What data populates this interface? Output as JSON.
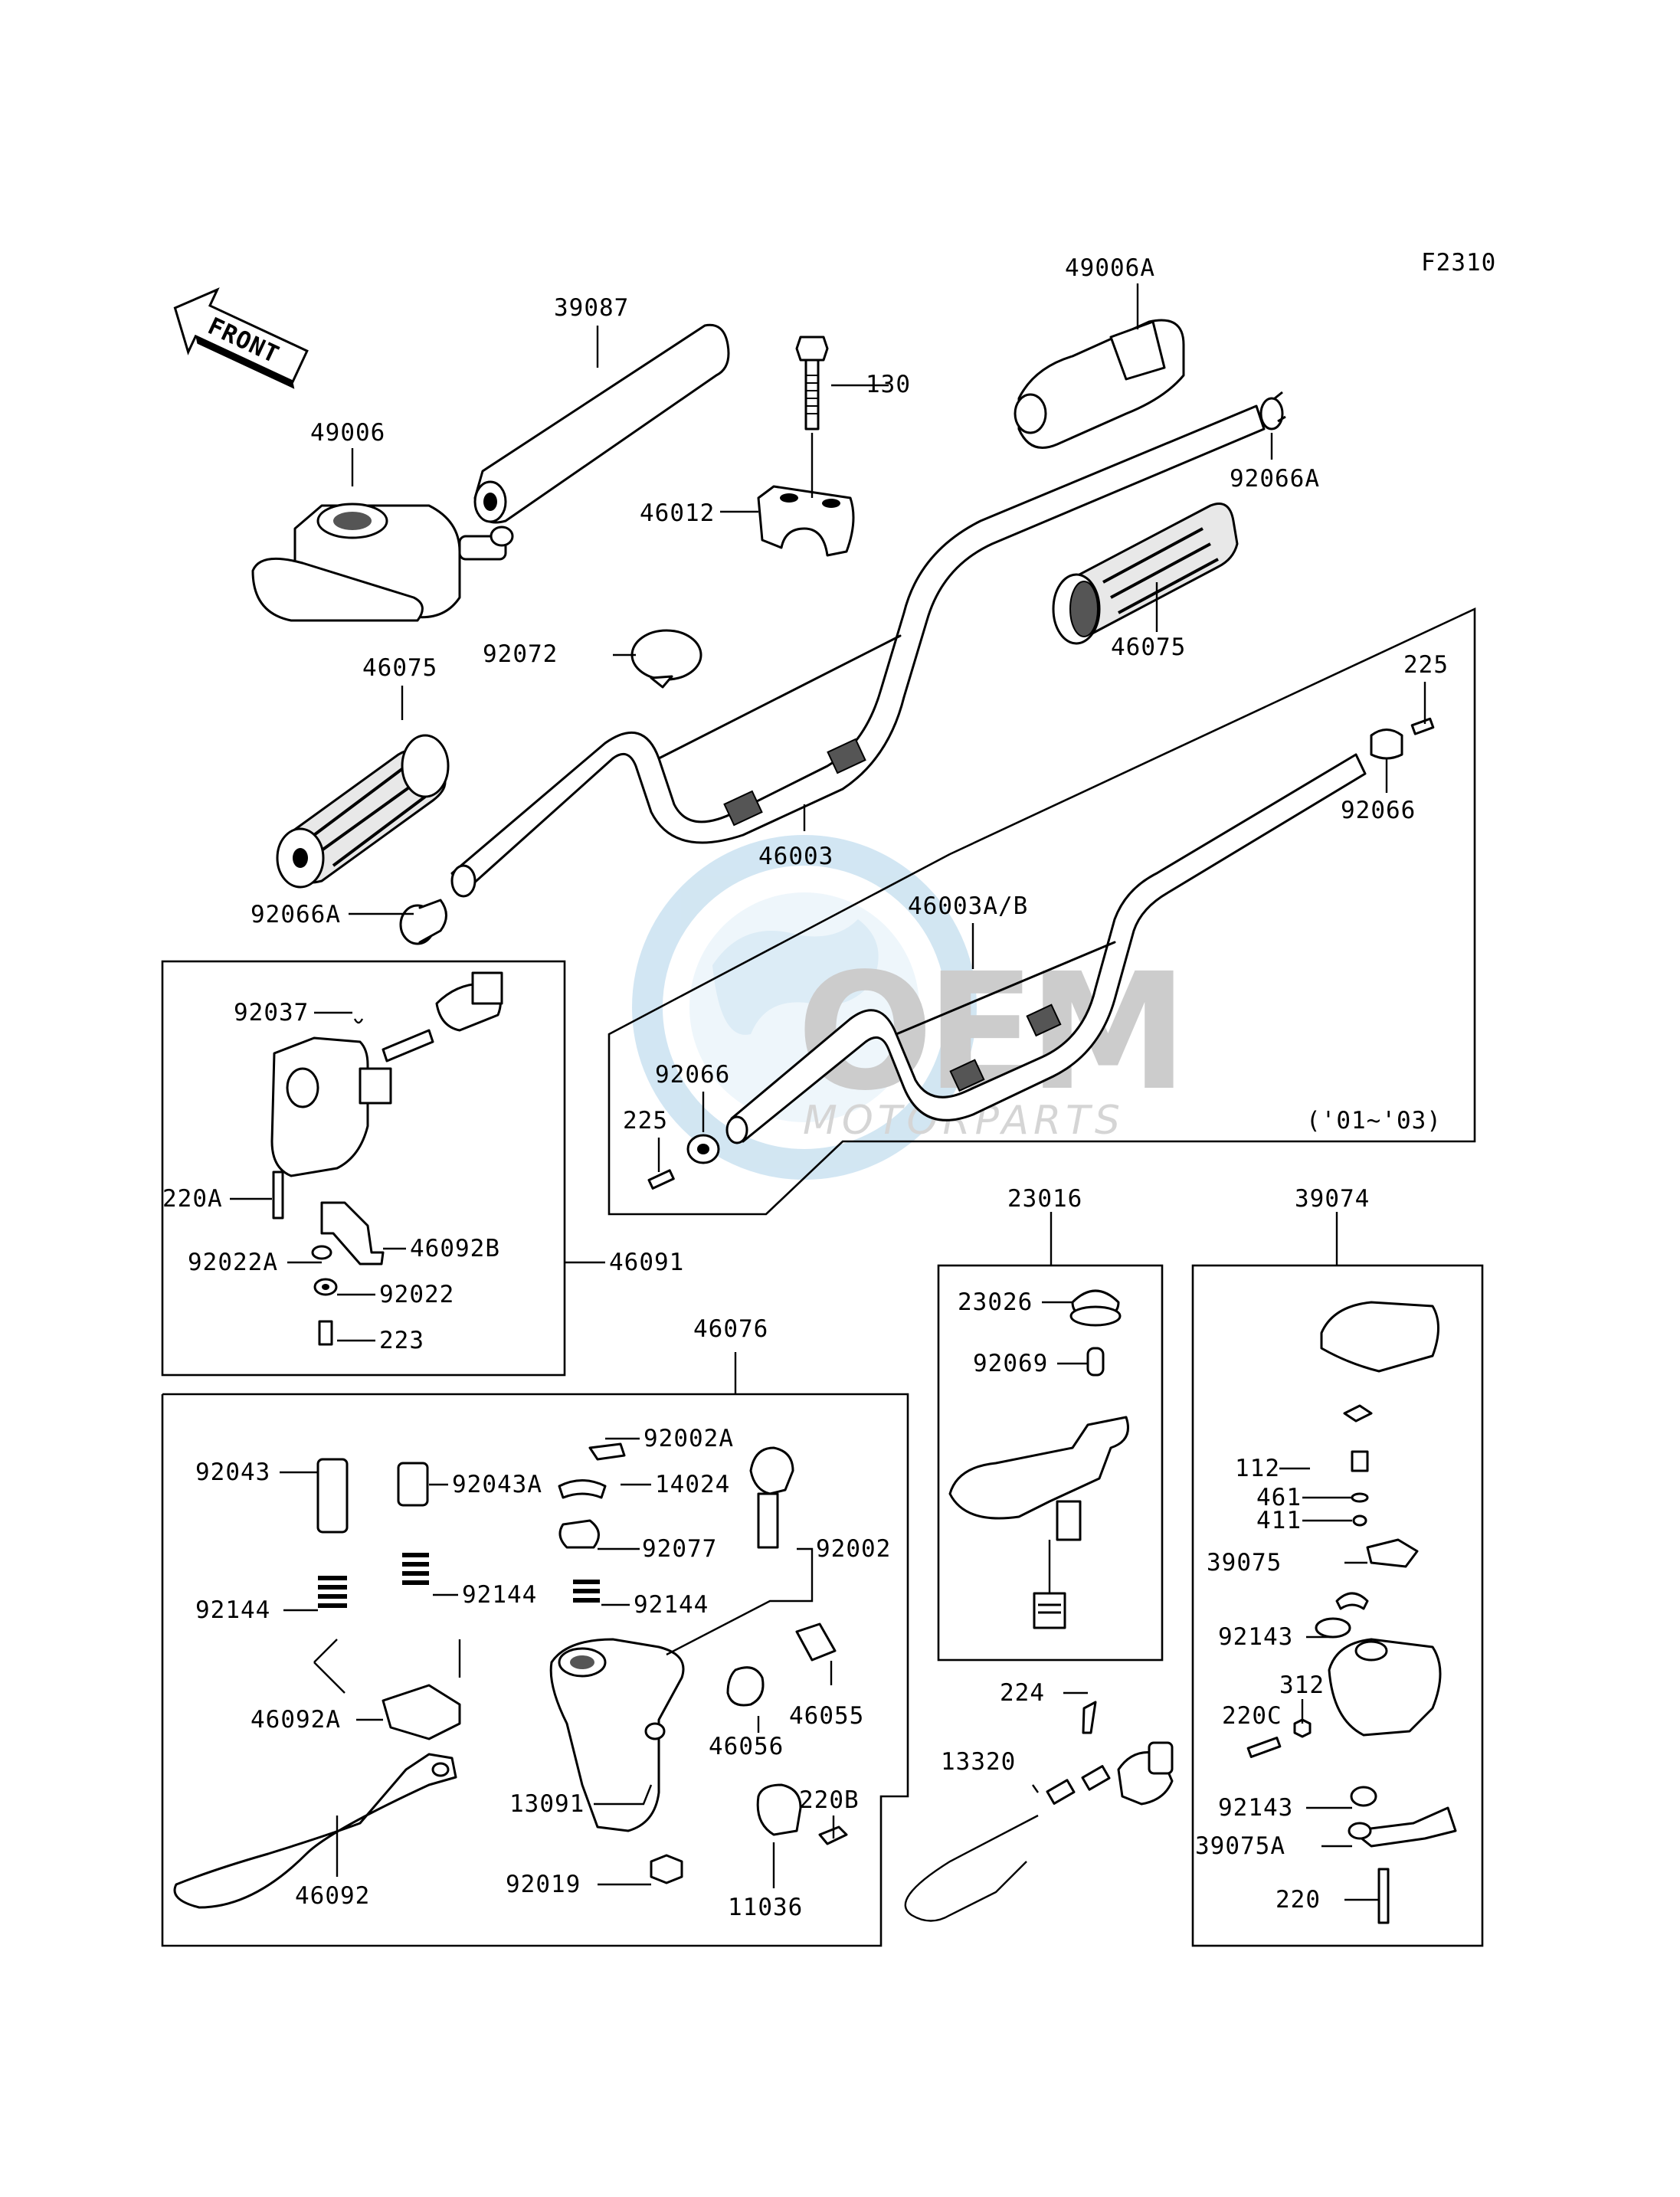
{
  "figure_code": "F2310",
  "front_label": "FRONT",
  "watermark": {
    "brand": "OEM",
    "sub": "MOTORPARTS"
  },
  "year_range_note": "('01~'03)",
  "labels": {
    "l39087": "39087",
    "l49006A": "49006A",
    "l130": "130",
    "l49006": "49006",
    "l46012": "46012",
    "l92066A_top": "92066A",
    "l92072": "92072",
    "l46075_right": "46075",
    "l46075_left": "46075",
    "l225_top": "225",
    "l46003": "46003",
    "l92066_right": "92066",
    "l92066A_left": "92066A",
    "l46003AB": "46003A/B",
    "l92037": "92037",
    "l92066_mid": "92066",
    "l225_mid": "225",
    "l220A": "220A",
    "l92022A": "92022A",
    "l46092B": "46092B",
    "l46091": "46091",
    "l92022": "92022",
    "l223": "223",
    "l46076": "46076",
    "l23016": "23016",
    "l39074": "39074",
    "l23026": "23026",
    "l92069": "92069",
    "l92002A": "92002A",
    "l92043": "92043",
    "l92043A": "92043A",
    "l14024": "14024",
    "l112": "112",
    "l92077": "92077",
    "l92002": "92002",
    "l461": "461",
    "l411": "411",
    "l39075": "39075",
    "l92144_a": "92144",
    "l92144_b": "92144",
    "l92144_c": "92144",
    "l92143_top": "92143",
    "l46055": "46055",
    "l46092A": "46092A",
    "l46056": "46056",
    "l224": "224",
    "l312": "312",
    "l220C": "220C",
    "l13320": "13320",
    "l13091": "13091",
    "l220B": "220B",
    "l92143_bot": "92143",
    "l39075A": "39075A",
    "l92019": "92019",
    "l220": "220",
    "l46092": "46092",
    "l11036": "11036"
  }
}
